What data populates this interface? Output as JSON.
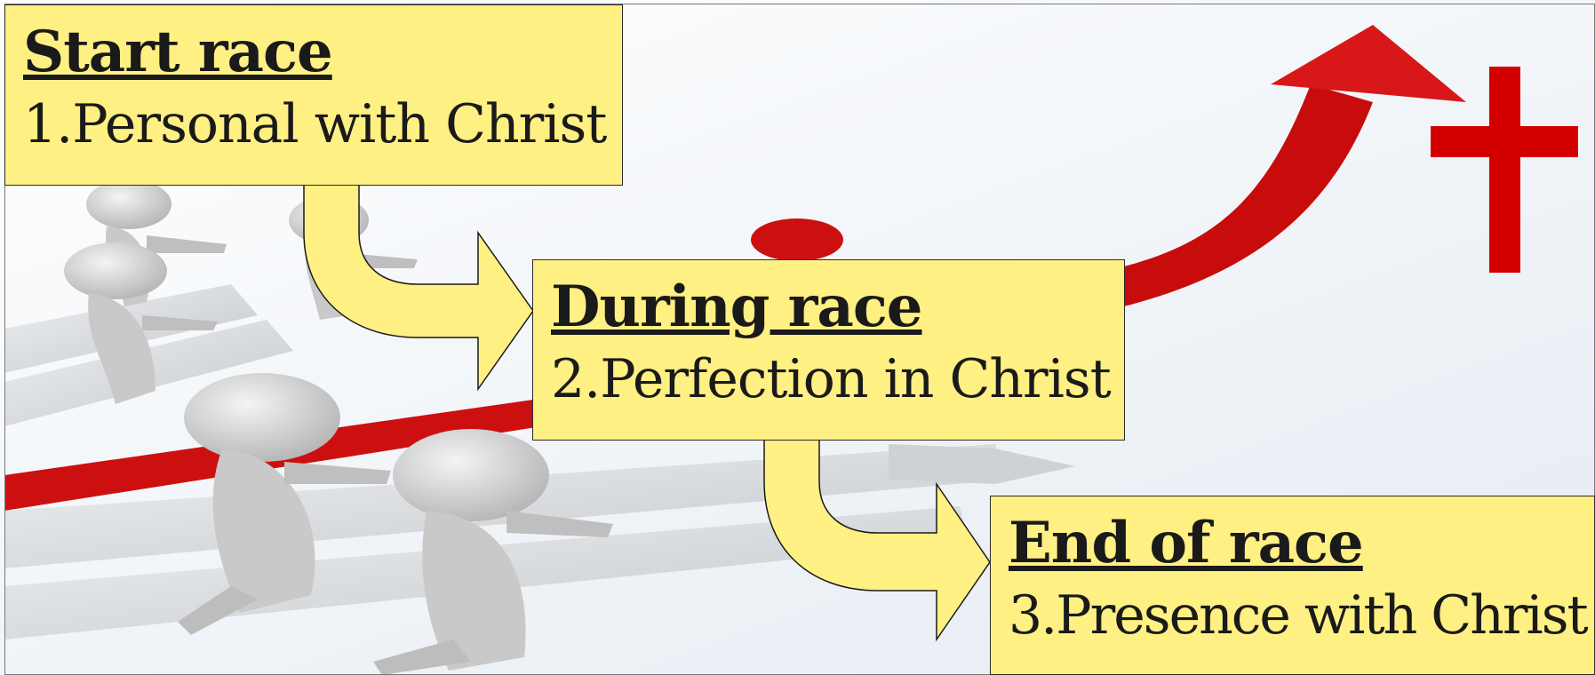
{
  "steps": [
    {
      "heading": "Start race",
      "item": "1.Personal with Christ"
    },
    {
      "heading": "During race",
      "item": "2.Perfection in Christ"
    },
    {
      "heading": "End of race",
      "item": "3.Presence with Christ"
    }
  ],
  "colors": {
    "box_fill": "#fff083",
    "box_border": "#2b2b2b",
    "accent_red": "#cc1010",
    "cross_red": "#d40000",
    "lane_gray": "#d6d8da",
    "figure_gray": "#c9c9c9"
  },
  "icons": [
    "cross-icon",
    "rising-arrow-icon",
    "runner-figure",
    "flow-arrow-icon"
  ]
}
